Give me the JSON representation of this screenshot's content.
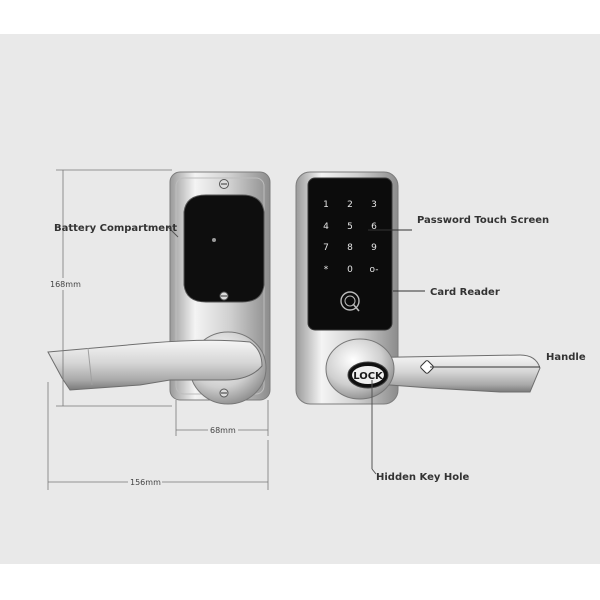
{
  "labels": {
    "battery": "Battery Compartment",
    "password": "Password Touch Screen",
    "card_reader": "Card Reader",
    "handle": "Handle",
    "key_hole": "Hidden Key Hole"
  },
  "dimensions": {
    "height": "168mm",
    "width_small": "68mm",
    "width_total": "156mm"
  },
  "keypad": {
    "keys": [
      "1",
      "2",
      "3",
      "4",
      "5",
      "6",
      "7",
      "8",
      "9",
      "*",
      "0",
      "o-"
    ]
  },
  "lock_button": "LOCK",
  "colors": {
    "background": "#e9e9e9",
    "leader_line": "#555555",
    "screen": "#0c0c0c",
    "chrome": "#d2d2d2"
  }
}
